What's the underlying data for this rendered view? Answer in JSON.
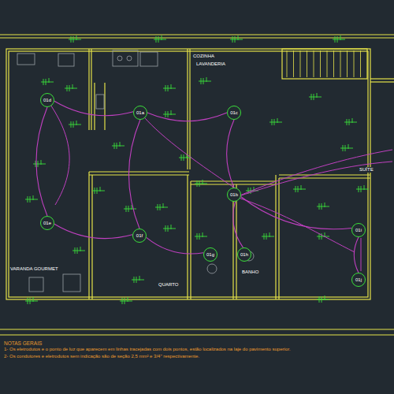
{
  "diagram": {
    "nodes": [
      {
        "text": [
          "01d"
        ]
      },
      {
        "text": [
          "01a"
        ]
      },
      {
        "text": [
          "01c"
        ]
      },
      {
        "text": [
          "01e"
        ]
      },
      {
        "text": [
          "01f"
        ]
      },
      {
        "text": [
          "01b"
        ]
      },
      {
        "text": [
          "01g"
        ]
      },
      {
        "text": [
          "01h"
        ]
      },
      {
        "text": [
          "01i"
        ]
      },
      {
        "text": [
          "01j"
        ]
      }
    ],
    "edges": [
      {
        "from": 0,
        "to": 1,
        "arrow": "none"
      },
      {
        "from": 1,
        "to": 2,
        "arrow": "none"
      },
      {
        "from": 2,
        "to": 5,
        "arrow": "none"
      },
      {
        "from": 1,
        "to": 4,
        "arrow": "none"
      },
      {
        "from": 0,
        "to": 3,
        "arrow": "none"
      },
      {
        "from": 3,
        "to": 4,
        "arrow": "none"
      },
      {
        "from": 4,
        "to": 6,
        "arrow": "none"
      },
      {
        "from": 5,
        "to": 7,
        "arrow": "none"
      },
      {
        "from": 5,
        "to": 8,
        "arrow": "none"
      },
      {
        "from": 8,
        "to": 9,
        "arrow": "none"
      }
    ],
    "labels": [
      "VARANDA GOURMET",
      "COZINHA",
      "LAVANDERIA",
      "QUARTO",
      "BANHO",
      "SUÍTE",
      "NOTAS GERAIS",
      "1- Os eletrodutos e o ponto de luz que aparecem em linhas tracejadas com dois pontos, estão localizados na laje do pavimento superior.",
      "2- Os condutores e eletrodutos sem indicação são de seção 2,5 mm² e 3/4\" respectivamente."
    ]
  }
}
